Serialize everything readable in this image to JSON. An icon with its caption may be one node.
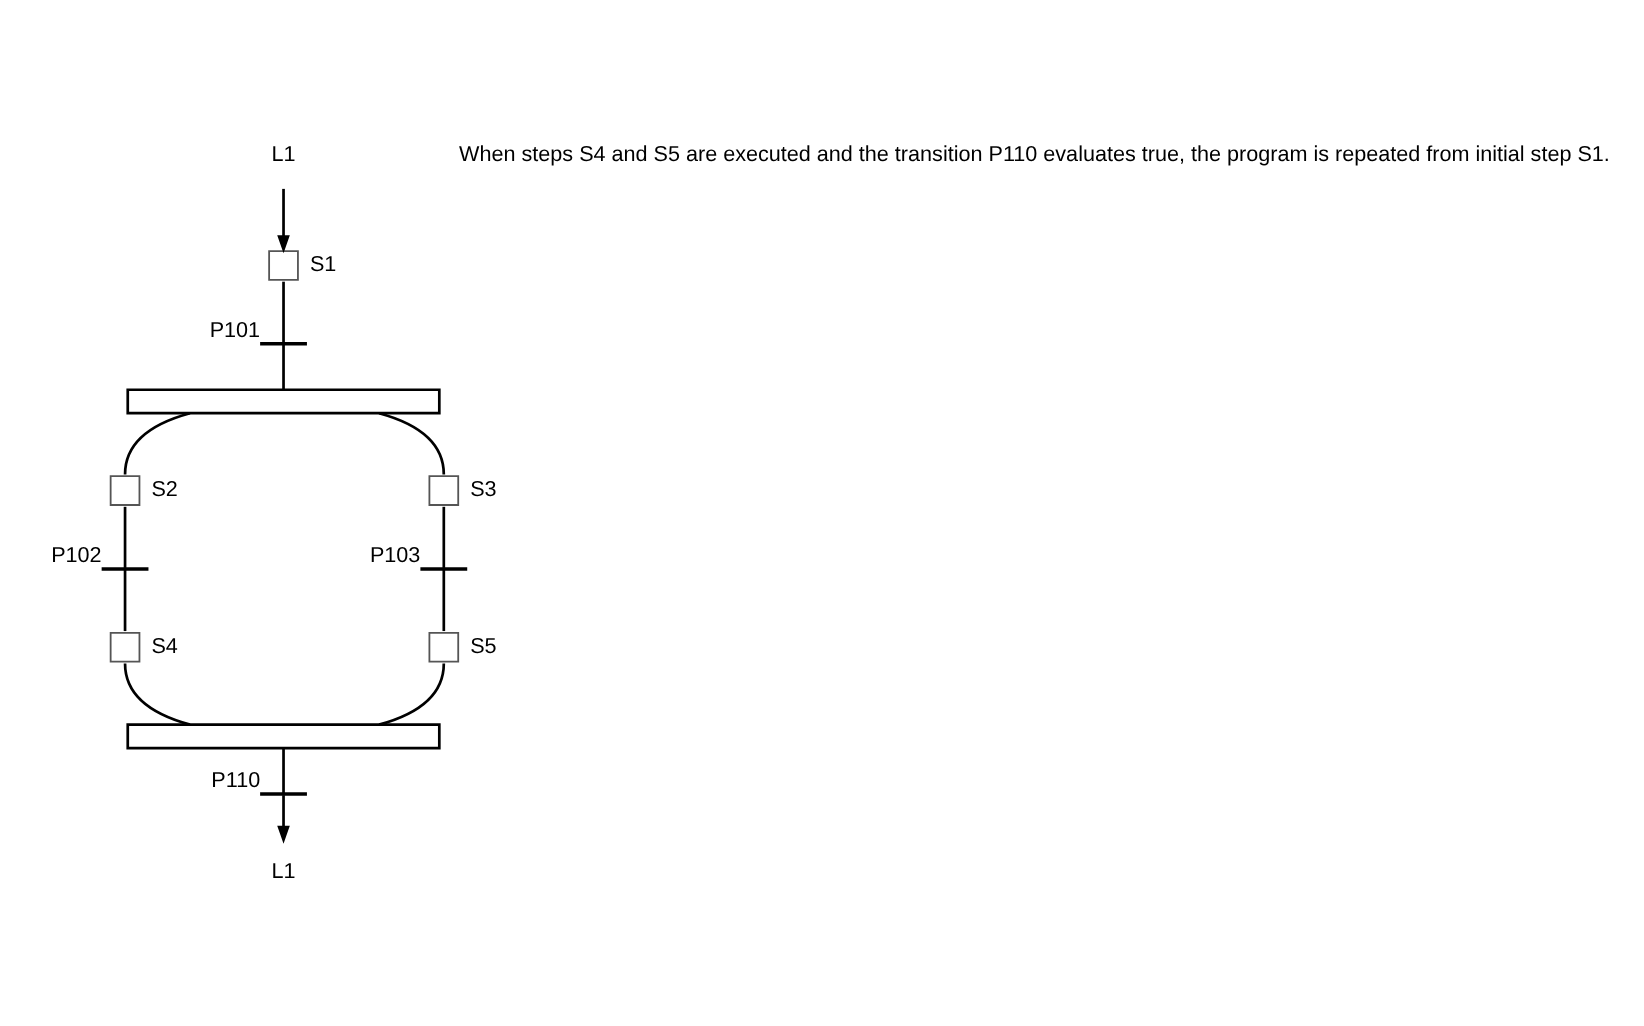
{
  "diagram": {
    "nodes": [
      {
        "text": [
          "L1"
        ]
      },
      {
        "text": [],
        "shape": "box",
        "beside": [
          "S1"
        ]
      },
      {
        "text": [],
        "shape": "bar",
        "beside": [
          "P101"
        ]
      },
      {
        "text": [],
        "shape": "bar"
      },
      {
        "text": [],
        "shape": "box",
        "beside": [
          "S2"
        ]
      },
      {
        "text": [],
        "shape": "box",
        "beside": [
          "S3"
        ]
      },
      {
        "text": [],
        "shape": "bar",
        "beside": [
          "P102"
        ]
      },
      {
        "text": [],
        "shape": "bar",
        "beside": [
          "P103"
        ]
      },
      {
        "text": [],
        "shape": "box",
        "beside": [
          "S4"
        ]
      },
      {
        "text": [],
        "shape": "box",
        "beside": [
          "S5"
        ]
      },
      {
        "text": [],
        "shape": "bar"
      },
      {
        "text": [],
        "shape": "bar",
        "beside": [
          "P110"
        ]
      },
      {
        "text": [
          "L1"
        ]
      }
    ],
    "edges": [
      {
        "from": 0,
        "to": 1,
        "arrow": "to"
      },
      {
        "from": 1,
        "to": 2,
        "arrow": "none"
      },
      {
        "from": 2,
        "to": 3,
        "arrow": "none"
      },
      {
        "from": 3,
        "to": 4,
        "arrow": "none"
      },
      {
        "from": 3,
        "to": 5,
        "arrow": "none"
      },
      {
        "from": 4,
        "to": 6,
        "arrow": "none"
      },
      {
        "from": 5,
        "to": 7,
        "arrow": "none"
      },
      {
        "from": 6,
        "to": 8,
        "arrow": "none"
      },
      {
        "from": 7,
        "to": 9,
        "arrow": "none"
      },
      {
        "from": 8,
        "to": 10,
        "arrow": "none"
      },
      {
        "from": 9,
        "to": 10,
        "arrow": "none"
      },
      {
        "from": 10,
        "to": 11,
        "arrow": "none"
      },
      {
        "from": 11,
        "to": 12,
        "arrow": "to"
      }
    ],
    "labels": [
      "When steps S4 and S5 are executed and the transition P110 evaluates true, the program is repeated from initial step S1."
    ]
  }
}
